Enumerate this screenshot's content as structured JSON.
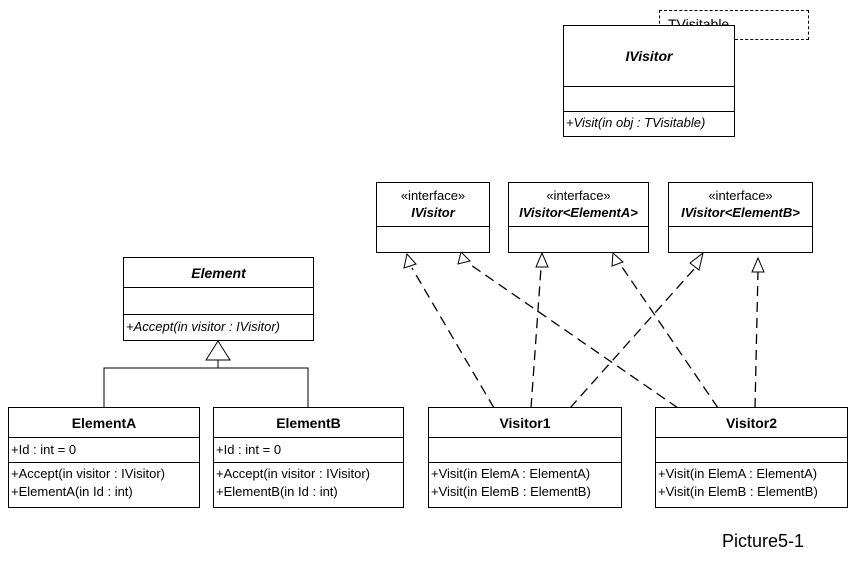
{
  "template_box": {
    "param": "TVisitable"
  },
  "generic_visitor": {
    "name": "IVisitor",
    "attributes": [],
    "operations": [
      "+Visit(in obj : TVisitable)"
    ]
  },
  "interfaces": [
    {
      "stereotype": "«interface»",
      "name": "IVisitor"
    },
    {
      "stereotype": "«interface»",
      "name": "IVisitor<ElementA>"
    },
    {
      "stereotype": "«interface»",
      "name": "IVisitor<ElementB>"
    }
  ],
  "element": {
    "name": "Element",
    "attributes": [],
    "operations": [
      "+Accept(in visitor : IVisitor)"
    ]
  },
  "element_a": {
    "name": "ElementA",
    "attributes": [
      "+Id : int = 0"
    ],
    "operations": [
      "+Accept(in visitor : IVisitor)",
      "+ElementA(in Id : int)"
    ]
  },
  "element_b": {
    "name": "ElementB",
    "attributes": [
      "+Id : int = 0"
    ],
    "operations": [
      "+Accept(in visitor : IVisitor)",
      "+ElementB(in Id : int)"
    ]
  },
  "visitor1": {
    "name": "Visitor1",
    "attributes": [],
    "operations": [
      "+Visit(in ElemA : ElementA)",
      "+Visit(in ElemB : ElementB)"
    ]
  },
  "visitor2": {
    "name": "Visitor2",
    "attributes": [],
    "operations": [
      "+Visit(in ElemA : ElementA)",
      "+Visit(in ElemB : ElementB)"
    ]
  },
  "caption": "Picture5-1"
}
